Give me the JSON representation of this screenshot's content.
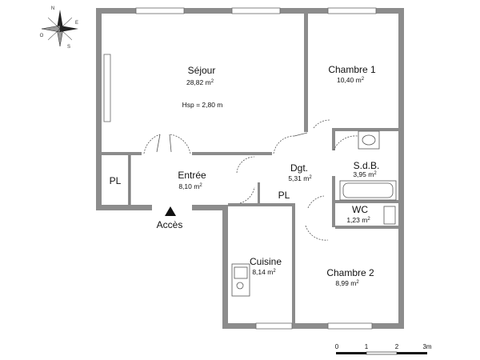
{
  "rooms": {
    "sejour": {
      "name": "Séjour",
      "area": "28,82 m",
      "height": "Hsp = 2,80 m"
    },
    "chambre1": {
      "name": "Chambre 1",
      "area": "10,40 m"
    },
    "entree": {
      "name": "Entrée",
      "area": "8,10 m"
    },
    "dgt": {
      "name": "Dgt.",
      "area": "5,31 m"
    },
    "sdb": {
      "name": "S.d.B.",
      "area": "3,95 m"
    },
    "wc": {
      "name": "WC",
      "area": "1,23 m"
    },
    "cuisine": {
      "name": "Cuisine",
      "area": "8,14 m"
    },
    "chambre2": {
      "name": "Chambre 2",
      "area": "8,99 m"
    }
  },
  "area_unit_exponent": "2",
  "closets": {
    "pl1": "PL",
    "pl2": "PL"
  },
  "access": {
    "label": "Accès"
  },
  "compass": {
    "n": "N",
    "e": "E",
    "s": "S",
    "w": "O"
  },
  "scale": {
    "labels": [
      "0",
      "1",
      "2",
      "3m"
    ]
  },
  "colors": {
    "wall": "#8c8c8c",
    "line": "#555555"
  }
}
